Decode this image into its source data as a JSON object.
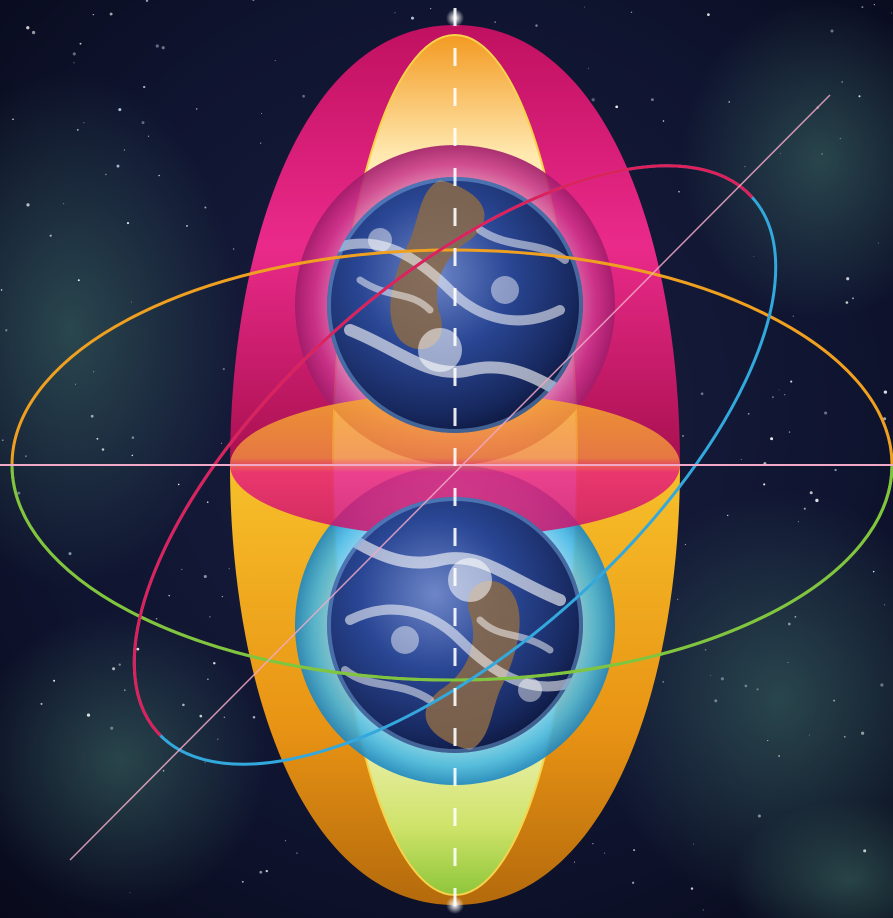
{
  "image": {
    "kind": "illustration",
    "subject": [
      "starfield-background",
      "mirrored-earth-globes",
      "nested-luminous-ellipsoids",
      "crossing-orbit-rings",
      "axis-lines"
    ],
    "palette": {
      "space": "#0b0f22",
      "nebula": "#2f5a55",
      "magenta": "#e0197a",
      "orange": "#f2a51c",
      "yellow_green": "#b6d64a",
      "pale_cream": "#fff7d6",
      "cyan": "#36b3e8",
      "ring_blue": "#33a8dd",
      "ring_red": "#e0205a",
      "ring_orange": "#f0a020",
      "ring_green": "#7cc640",
      "axis_pink": "#f2a9c8",
      "ocean": "#1f3c8c",
      "cloud": "#ffffff",
      "land": "#8b6a48"
    }
  }
}
